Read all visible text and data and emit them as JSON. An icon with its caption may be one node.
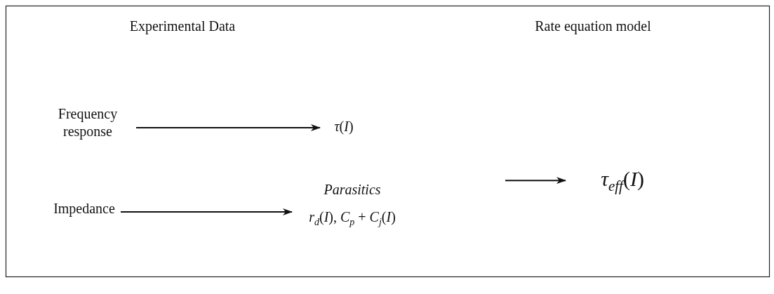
{
  "diagram": {
    "nodes": [
      {
        "text": [
          "Frequency response"
        ]
      },
      {
        "text": [
          "*τ*(*I*)"
        ]
      },
      {
        "text": [
          "Impedance"
        ]
      },
      {
        "text": [
          "Parasitics",
          "*r*$_{d}$(*I*), *C*$_{p}$ + *C*$_{j}$(*I*)"
        ]
      },
      {
        "text": [
          "*τ*$_{eff}$(*I*)"
        ]
      }
    ],
    "edges": [
      {
        "from": 0,
        "to": 1,
        "arrow": "to"
      },
      {
        "from": 2,
        "to": 3,
        "arrow": "to"
      },
      {
        "from": null,
        "to": 4,
        "arrow": "to"
      }
    ],
    "labels": [
      "Experimental Data",
      "Rate equation model"
    ]
  }
}
